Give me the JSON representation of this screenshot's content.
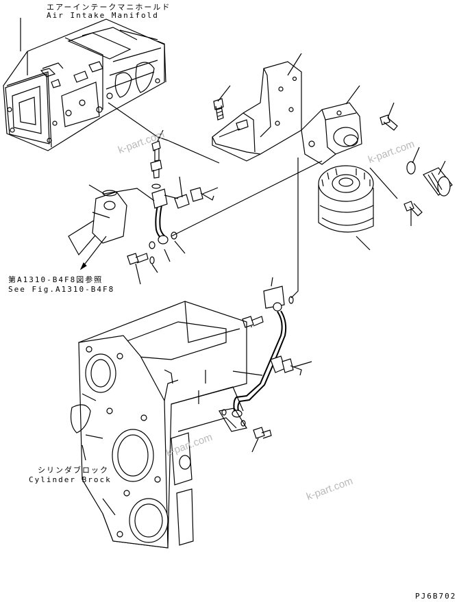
{
  "labels": {
    "air_intake_jp": "エアーインテークマニホールド",
    "air_intake_en": "Air Intake Manifold",
    "see_fig_jp": "第A1310-B4F8図参照",
    "see_fig_en": "See Fig.A1310-B4F8",
    "cylinder_block_jp": "シリンダブロック",
    "cylinder_block_en": "Cylinder Brock",
    "drawing_code": "PJ6B702"
  },
  "watermarks": [
    "k-part.com",
    "k-part.com",
    "k-part.com",
    "k-part.com"
  ]
}
